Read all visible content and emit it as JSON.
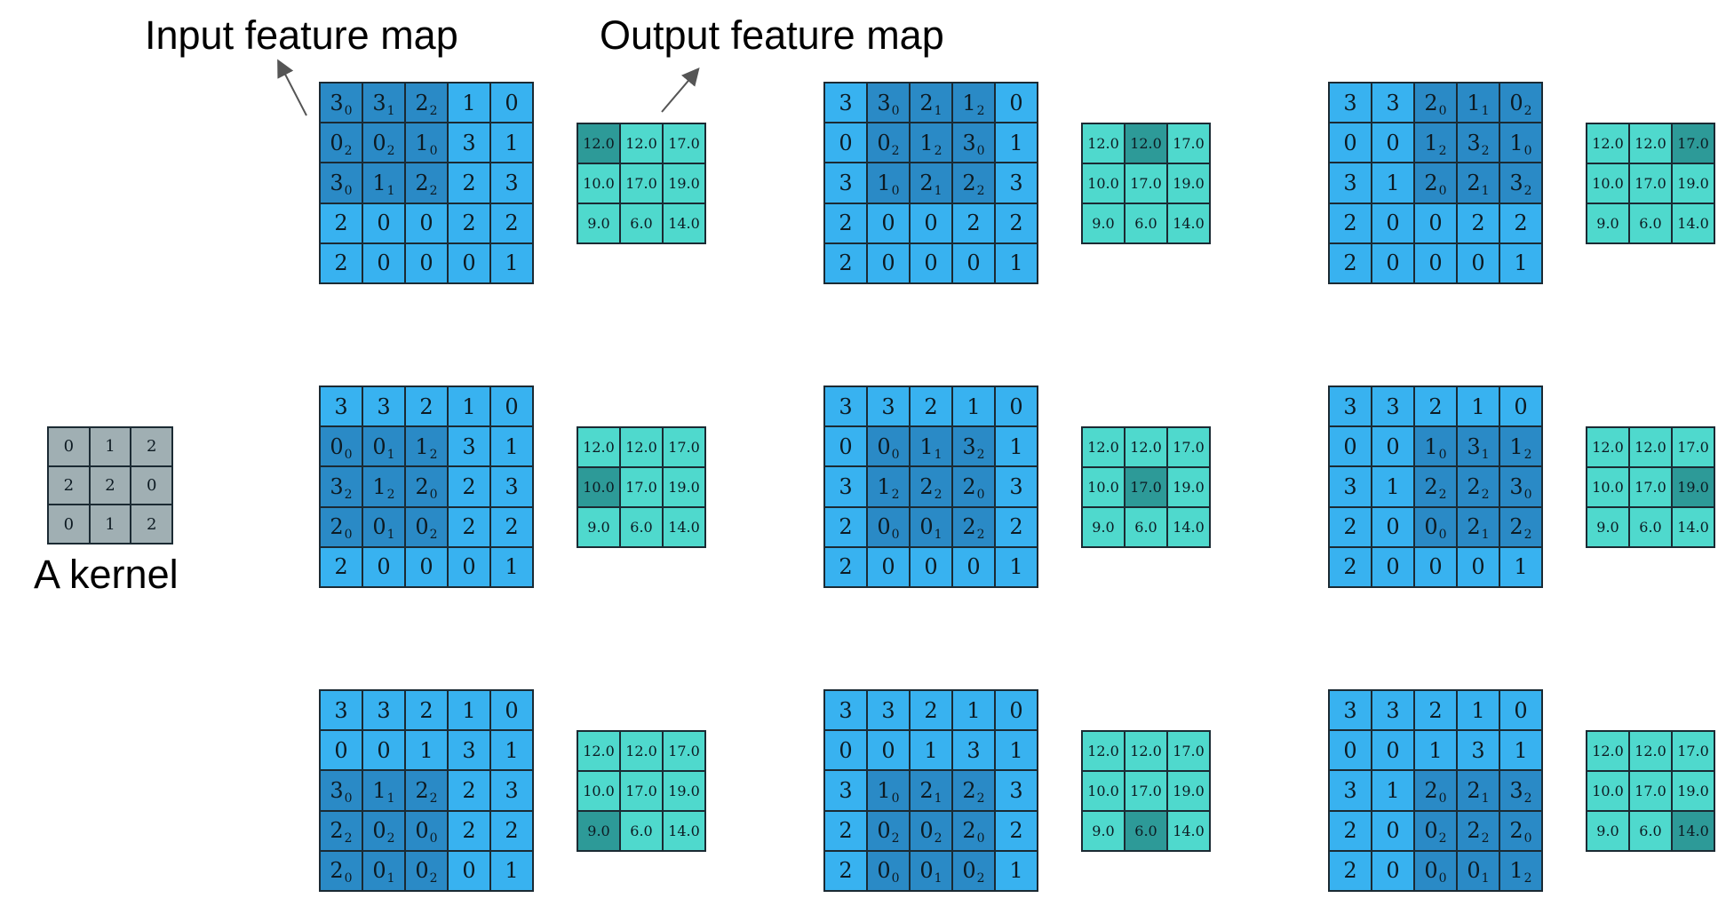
{
  "labels": {
    "input": "Input feature map",
    "output": "Output feature map",
    "kernel": "A kernel"
  },
  "input_values": [
    [
      "3",
      "3",
      "2",
      "1",
      "0"
    ],
    [
      "0",
      "0",
      "1",
      "3",
      "1"
    ],
    [
      "3",
      "1",
      "2",
      "2",
      "3"
    ],
    [
      "2",
      "0",
      "0",
      "2",
      "2"
    ],
    [
      "2",
      "0",
      "0",
      "0",
      "1"
    ]
  ],
  "kernel_values": [
    [
      "0",
      "1",
      "2"
    ],
    [
      "2",
      "2",
      "0"
    ],
    [
      "0",
      "1",
      "2"
    ]
  ],
  "output_values": [
    [
      "12.0",
      "12.0",
      "17.0"
    ],
    [
      "10.0",
      "17.0",
      "19.0"
    ],
    [
      "9.0",
      "6.0",
      "14.0"
    ]
  ],
  "steps": [
    {
      "row": 0,
      "col": 0
    },
    {
      "row": 0,
      "col": 1
    },
    {
      "row": 0,
      "col": 2
    },
    {
      "row": 1,
      "col": 0
    },
    {
      "row": 1,
      "col": 1
    },
    {
      "row": 1,
      "col": 2
    },
    {
      "row": 2,
      "col": 0
    },
    {
      "row": 2,
      "col": 1
    },
    {
      "row": 2,
      "col": 2
    }
  ],
  "colors": {
    "input_cell": "#38b2f0",
    "input_highlight": "#2a8ac6",
    "output_cell": "#4fd9cd",
    "output_highlight": "#2d9a98",
    "kernel_cell": "#a0afb3",
    "border": "#1b2a33"
  }
}
